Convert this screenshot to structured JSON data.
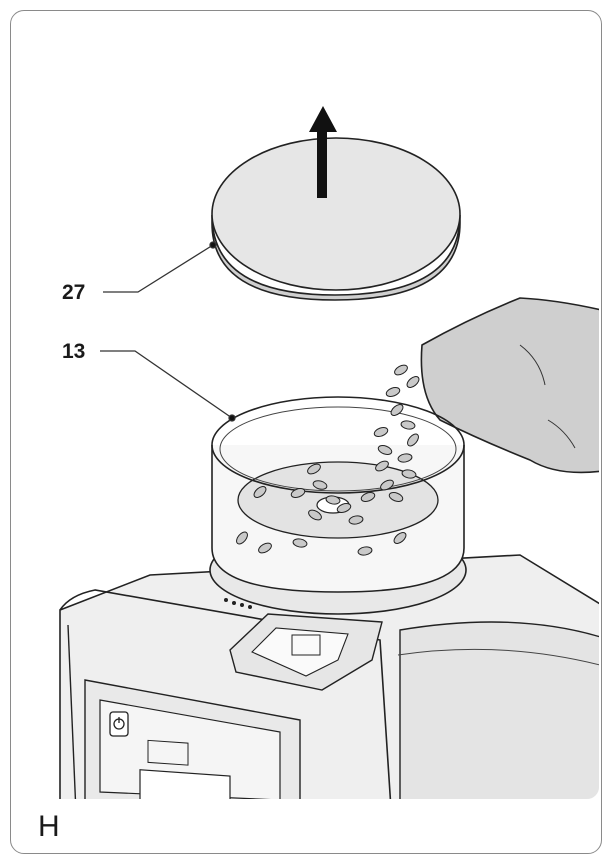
{
  "figure": {
    "panel_letter": "H",
    "callouts": [
      {
        "id": "lid",
        "label": "27"
      },
      {
        "id": "bean-container",
        "label": "13"
      }
    ],
    "colors": {
      "line": "#222222",
      "fill_light": "#e6e6e6",
      "fill_mid": "#cfcfcf",
      "bean_fill": "#c9c9c9"
    },
    "icons": [
      "up-arrow-icon",
      "power-button-icon"
    ]
  }
}
